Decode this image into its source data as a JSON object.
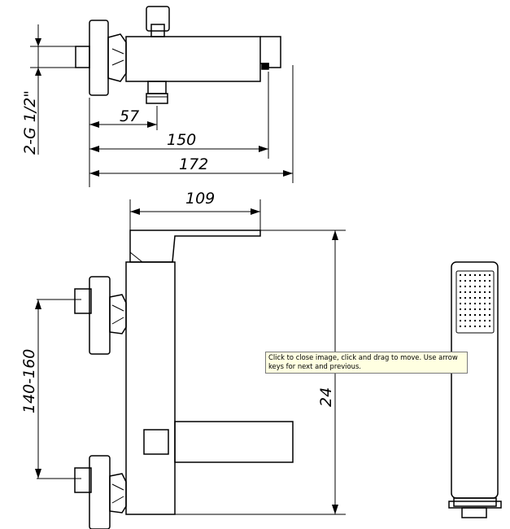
{
  "dimensions": {
    "thread": "2-G 1/2\"",
    "spout_offset": "57",
    "body_length": "150",
    "total_length": "172",
    "spout_length": "109",
    "centers_range": "140-160",
    "height_partial": "24"
  },
  "tooltip": {
    "text": "Click to close image, click and drag to move. Use arrow keys for next and previous."
  }
}
